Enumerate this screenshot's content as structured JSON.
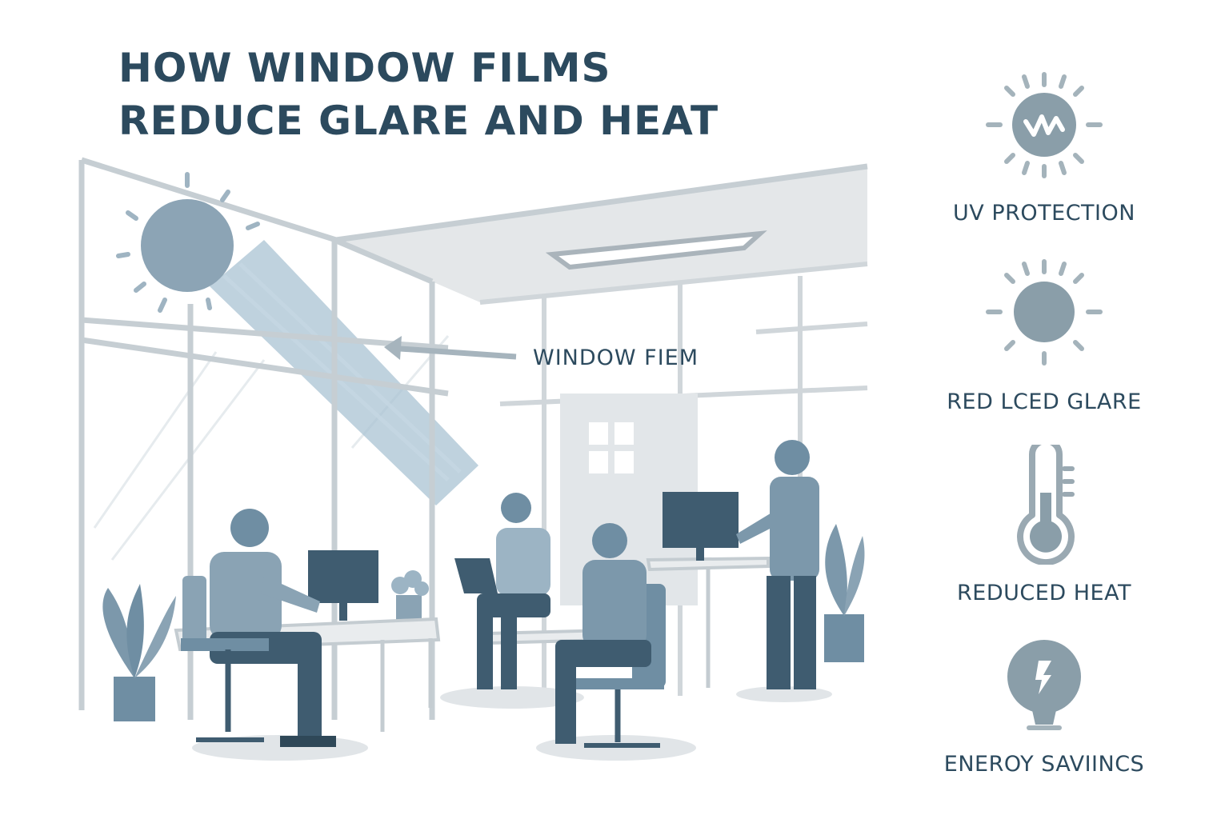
{
  "title": {
    "line1": "HOW WINDOW FILMS",
    "line2": "REDUCE GLARE AND HEAT"
  },
  "callout": {
    "label": "WINDOW FIEM",
    "icon": "arrow-left-icon"
  },
  "benefits": [
    {
      "label": "UV PROTECTION",
      "icon": "uv-sun-icon"
    },
    {
      "label": "RED LCED GLARE",
      "icon": "sun-icon"
    },
    {
      "label": "REDUCED HEAT",
      "icon": "thermometer-icon"
    },
    {
      "label": "ENEROY SAVIINCS",
      "icon": "lightbulb-icon"
    }
  ],
  "colors": {
    "dark": "#3f5c70",
    "mid": "#6f8ea3",
    "light": "#9cb4c4",
    "frame": "#c9d1d6",
    "ray": "#a9c3d3",
    "text": "#2c4a5e"
  }
}
